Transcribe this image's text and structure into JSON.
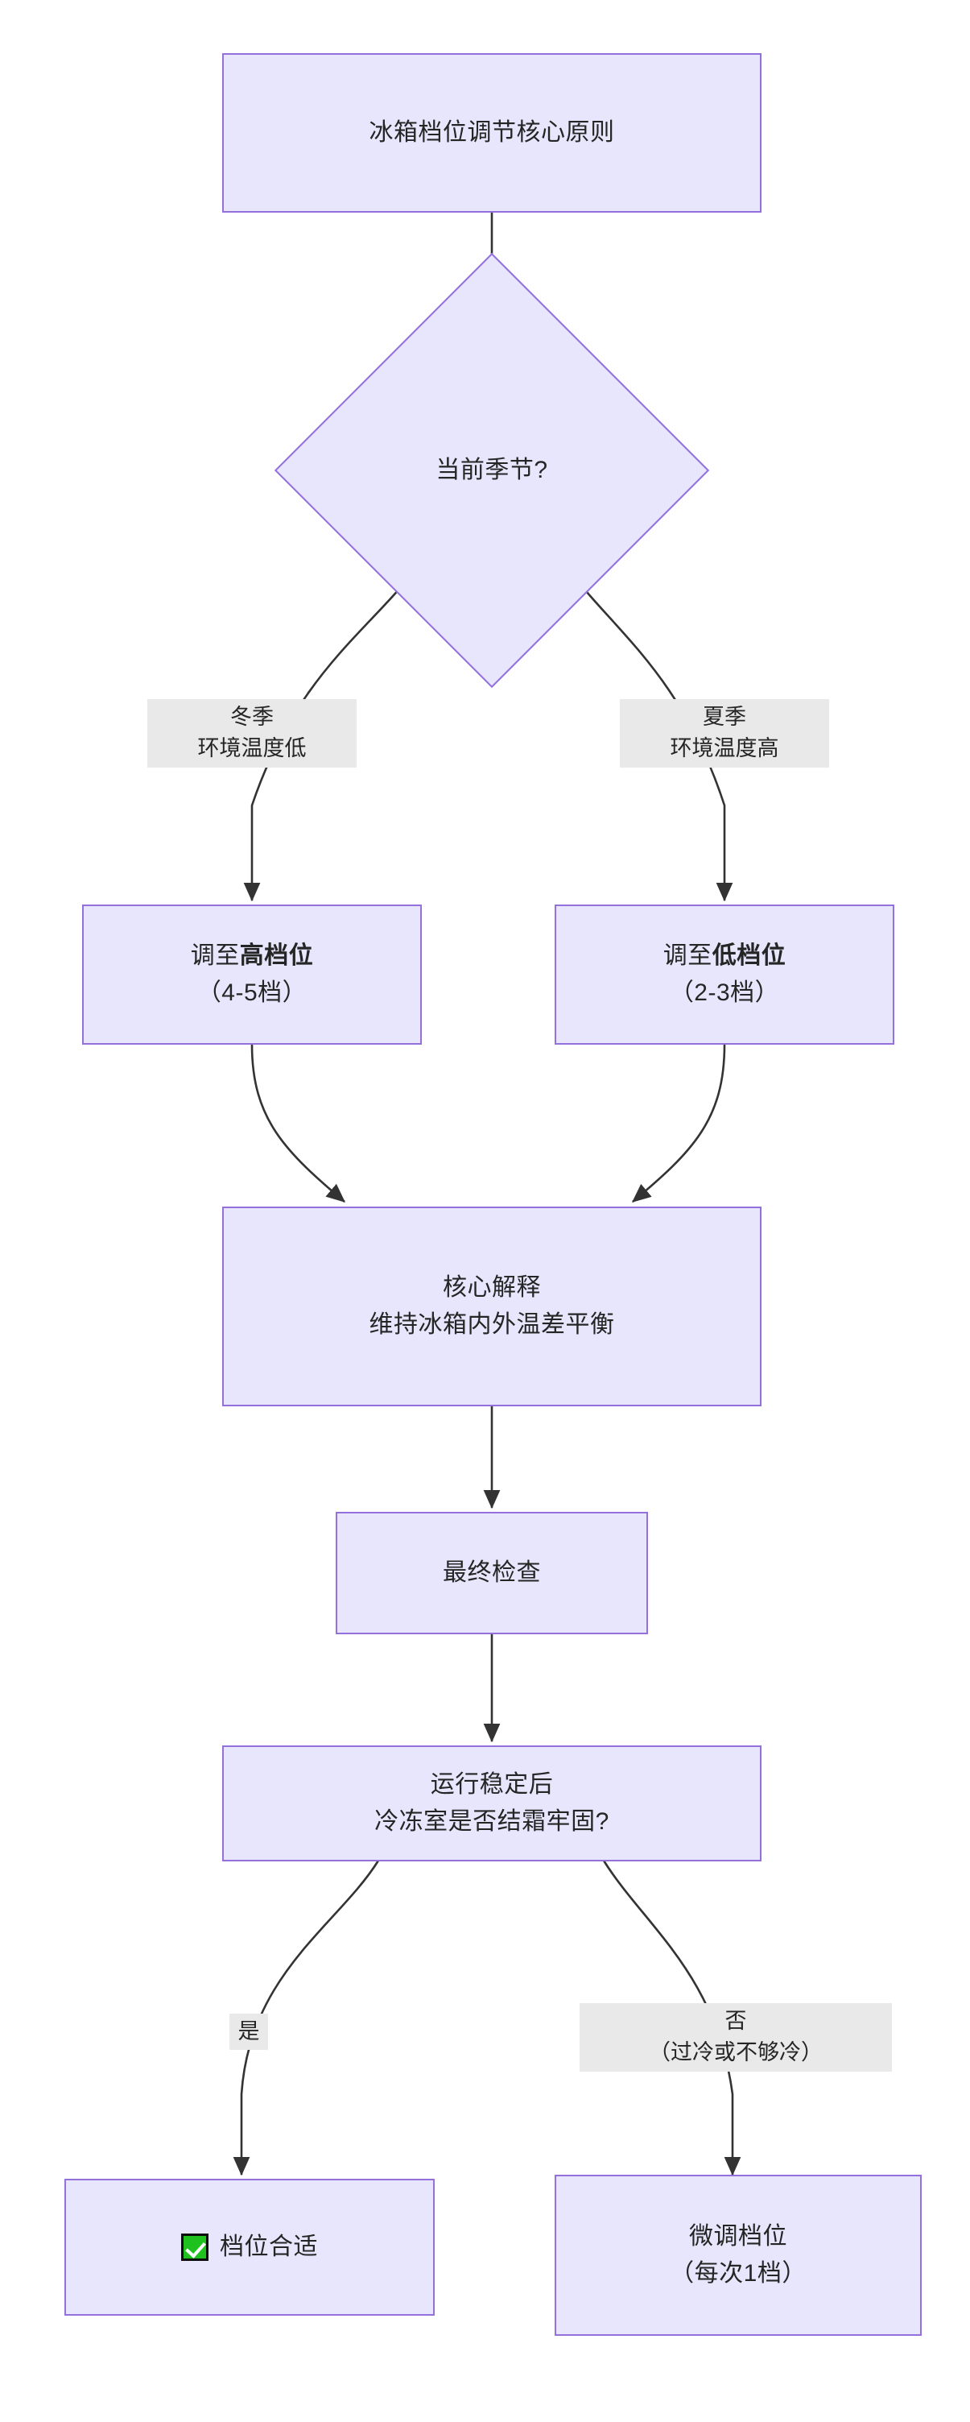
{
  "diagram": {
    "type": "flowchart",
    "title": "冰箱档位调节核心原则",
    "orientation": "top-down",
    "colors": {
      "node_fill": "#e8e6fc",
      "node_border": "#9370db",
      "edge_stroke": "#333333",
      "edge_label_bg": "#e9e9e9",
      "text": "#252525",
      "check_green": "#1fc11f"
    }
  },
  "nodes": {
    "start": {
      "id": "start",
      "shape": "rectangle",
      "text": "冰箱档位调节核心原则"
    },
    "season_decision": {
      "id": "season_decision",
      "shape": "diamond",
      "text": "当前季节?"
    },
    "winter_action": {
      "id": "winter_action",
      "shape": "rectangle",
      "line1_prefix": "调至",
      "line1_bold": "高档位",
      "line2": "（4-5档）"
    },
    "summer_action": {
      "id": "summer_action",
      "shape": "rectangle",
      "line1_prefix": "调至",
      "line1_bold": "低档位",
      "line2": "（2-3档）"
    },
    "core_explanation": {
      "id": "core_explanation",
      "shape": "rectangle",
      "line1": "核心解释",
      "line2": "维持冰箱内外温差平衡"
    },
    "final_check": {
      "id": "final_check",
      "shape": "rectangle",
      "text": "最终检查"
    },
    "frost_decision": {
      "id": "frost_decision",
      "shape": "rectangle",
      "line1": "运行稳定后",
      "line2": "冷冻室是否结霜牢固?"
    },
    "result_ok": {
      "id": "result_ok",
      "shape": "rectangle",
      "icon": "check-mark-icon",
      "text": "档位合适"
    },
    "result_adjust": {
      "id": "result_adjust",
      "shape": "rectangle",
      "line1": "微调档位",
      "line2": "（每次1档）"
    }
  },
  "edge_labels": {
    "winter": {
      "line1": "冬季",
      "line2": "环境温度低"
    },
    "summer": {
      "line1": "夏季",
      "line2": "环境温度高"
    },
    "yes": {
      "line1": "是"
    },
    "no": {
      "line1": "否",
      "line2": "（过冷或不够冷）"
    }
  },
  "edges": [
    {
      "from": "start",
      "to": "season_decision",
      "label": ""
    },
    {
      "from": "season_decision",
      "to": "winter_action",
      "label": "冬季 环境温度低"
    },
    {
      "from": "season_decision",
      "to": "summer_action",
      "label": "夏季 环境温度高"
    },
    {
      "from": "winter_action",
      "to": "core_explanation",
      "label": ""
    },
    {
      "from": "summer_action",
      "to": "core_explanation",
      "label": ""
    },
    {
      "from": "core_explanation",
      "to": "final_check",
      "label": ""
    },
    {
      "from": "final_check",
      "to": "frost_decision",
      "label": ""
    },
    {
      "from": "frost_decision",
      "to": "result_ok",
      "label": "是"
    },
    {
      "from": "frost_decision",
      "to": "result_adjust",
      "label": "否 （过冷或不够冷）"
    }
  ]
}
